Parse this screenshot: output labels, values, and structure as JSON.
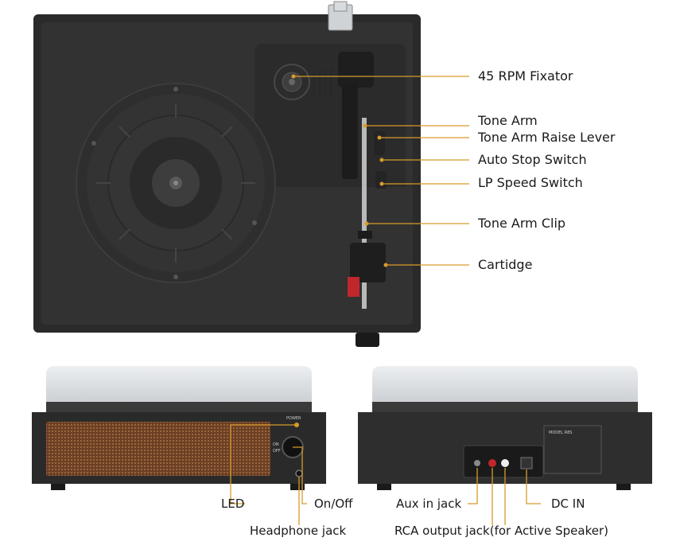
{
  "labels": {
    "rpm_fixator": "45 RPM Fixator",
    "tone_arm": "Tone Arm",
    "tone_arm_raise_lever": "Tone Arm Raise Lever",
    "auto_stop_switch": "Auto Stop Switch",
    "lp_speed_switch": "LP Speed Switch",
    "tone_arm_clip": "Tone Arm Clip",
    "cartidge": "Cartidge",
    "led": "LED",
    "on_off": "On/Off",
    "headphone_jack": "Headphone jack",
    "aux_in_jack": "Aux in jack",
    "dc_in": "DC IN",
    "rca_output_jack": "RCA output jack(for Active Speaker)"
  },
  "panel_text": {
    "power": "POWER",
    "on": "ON",
    "off": "OFF",
    "model_plate": "MODEL R8S"
  },
  "colors": {
    "leader_line": "#d89b2a",
    "body_dark": "#2d2d2d",
    "platter": "#3a3a3a",
    "speaker_grille": "#7a4a2c",
    "background": "#ffffff"
  }
}
